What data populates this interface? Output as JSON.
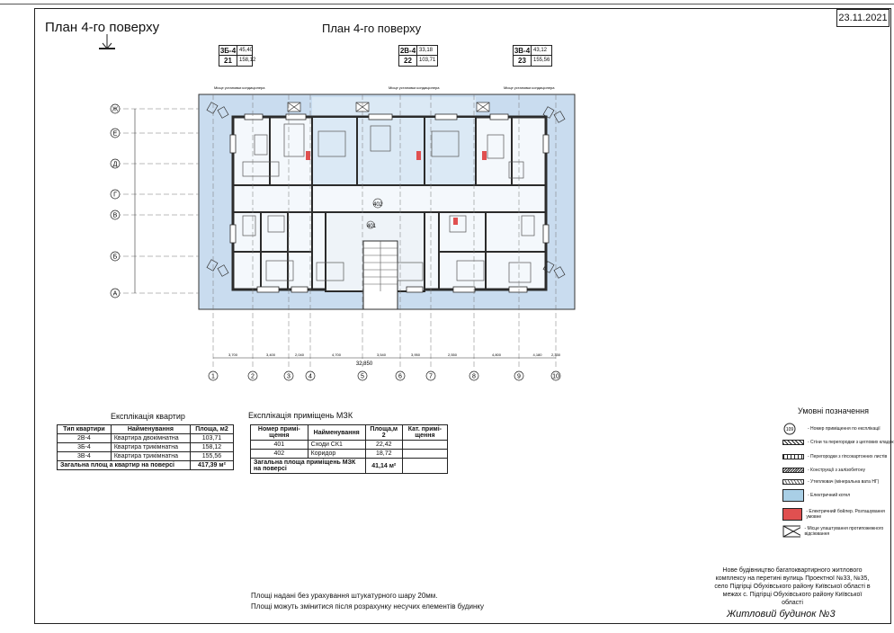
{
  "date": "23.11.2021",
  "title_left": "План 4-го поверху",
  "title_center": "План 4-го поверху",
  "apartment_tags": [
    {
      "type": "3Б-4",
      "num": "21",
      "area_a": "45,40",
      "area_b": "158,12"
    },
    {
      "type": "2В-4",
      "num": "22",
      "area_a": "33,18",
      "area_b": "103,71"
    },
    {
      "type": "3В-4",
      "num": "23",
      "area_a": "43,12",
      "area_b": "155,56"
    }
  ],
  "ac_label": "Місце установки кондиціонера",
  "row_axes": [
    "Ж",
    "Е",
    "Д",
    "Г",
    "В",
    "Б",
    "А"
  ],
  "col_axes": [
    "1",
    "2",
    "3",
    "4",
    "5",
    "6",
    "7",
    "8",
    "9",
    "10"
  ],
  "col_dims": [
    "3,700",
    "3,400",
    "2,040",
    "4,700",
    "3,540",
    "3,950",
    "2,550",
    "4,800",
    "4,180",
    "2,330"
  ],
  "total_dim": "32,850",
  "room_nums": [
    "402",
    "401"
  ],
  "table1": {
    "caption": "Експлікація квартир",
    "headers": [
      "Тип квартири",
      "Найменування",
      "Площа, м2"
    ],
    "rows": [
      [
        "2В-4",
        "Квартира двокімнатна",
        "103,71"
      ],
      [
        "3Б-4",
        "Квартира трикімнатна",
        "158,12"
      ],
      [
        "3В-4",
        "Квартира трикімнатна",
        "155,56"
      ]
    ],
    "total_label": "Загальна площ а квартир на поверсі",
    "total_value": "417,39 м²"
  },
  "table2": {
    "caption": "Експлікація приміщень МЗК",
    "headers": [
      "Номер примі-щення",
      "Найменування",
      "Площа,м 2",
      "Кат. примі-щення"
    ],
    "rows": [
      [
        "401",
        "Сходи СК1",
        "22,42",
        ""
      ],
      [
        "402",
        "Коридор",
        "18,72",
        ""
      ]
    ],
    "total_label": "Загальна площа приміщень МЗК на поверсі",
    "total_value": "41,14 м²"
  },
  "legend": {
    "title": "Умовні позначення",
    "items": [
      {
        "sym": "109",
        "text": "- Номер приміщення по експлікації"
      },
      {
        "sym": "hatch",
        "text": "- Стіни та перегородки з цеглових кладок"
      },
      {
        "sym": "hatch2",
        "text": "- Перегородки з гіпсокартонних листів"
      },
      {
        "sym": "hatch3",
        "text": "- Конструкції з залізобетону"
      },
      {
        "sym": "hatch4",
        "text": "- Утеплювач (мінеральна вата НГ)"
      },
      {
        "sym": "blue",
        "text": "- Електричний котел"
      },
      {
        "sym": "red",
        "text": "- Електричний бойлер. Розташування умовне"
      },
      {
        "sym": "cross",
        "text": "- Місце улаштування протипожежного відсіювання"
      }
    ],
    "colors": {
      "blue": "#a9cfe6",
      "red": "#e05050"
    }
  },
  "notes": [
    "Площі надані без урахування штукатурного шару 20мм.",
    "Площі можуть змінитися після розрахунку несучих елементів будинку"
  ],
  "stamp_text": "Нове будівництво багатоквартирного житлового комплексу на перетині вулиць Проектної №33, №35, село Підгірці Обухівського району Київської області в межах с. Підгірці Обухівського району Київської області",
  "stamp_title": "Житловий будинок №3",
  "colors": {
    "plan_fill": "#c9dcef",
    "apt_fill": "#dbe9f5",
    "wall": "#2b2b2b"
  }
}
